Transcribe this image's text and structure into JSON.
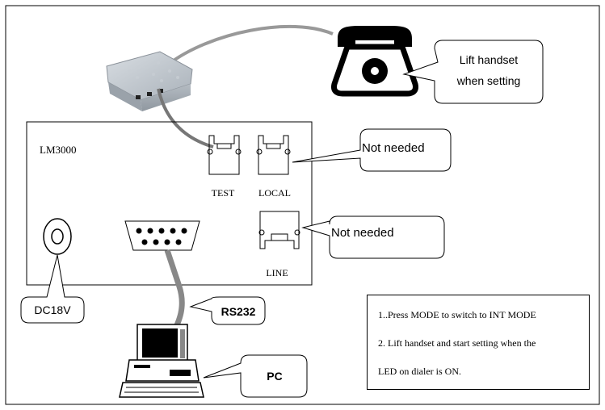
{
  "device": {
    "name": "LM3000",
    "ports": {
      "test": "TEST",
      "local": "LOCAL",
      "line": "LINE"
    }
  },
  "callouts": {
    "phone_line1": "Lift handset",
    "phone_line2": "when setting",
    "not_needed_top": "Not needed",
    "not_needed_line": "Not needed",
    "power": "DC18V",
    "serial": "RS232",
    "pc": "PC"
  },
  "instructions": {
    "line1": "1..Press MODE to switch to INT MODE",
    "line2": "2. Lift handset and start setting when the",
    "line3": "LED on dialer is ON."
  }
}
